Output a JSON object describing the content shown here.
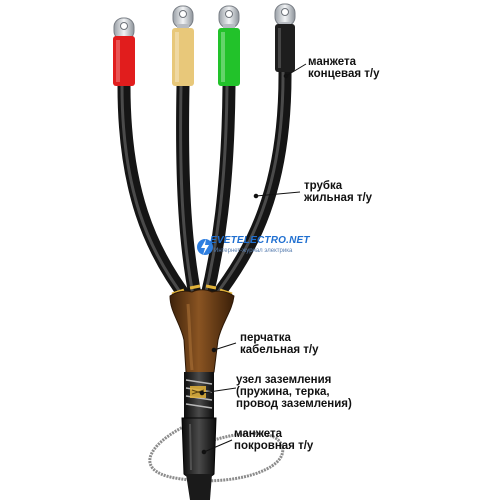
{
  "labels": {
    "end_cuff": [
      "манжета",
      "концевая т/у"
    ],
    "core_tube": [
      "трубка",
      "жильная т/у"
    ],
    "glove": [
      "перчатка",
      "кабельная т/у"
    ],
    "ground_node": [
      "узел заземления",
      "(пружина,  терка,",
      "провод заземления)"
    ],
    "cover_cuff": [
      "манжета",
      "покровная т/у"
    ]
  },
  "watermark": {
    "title": "EVETELECTRO.NET",
    "subtitle": "Интернет-журнал электрика"
  },
  "colors": {
    "phase_red": "#e11d1d",
    "phase_yellow": "#e8c87a",
    "phase_green": "#22c22a",
    "phase_black": "#1e1e1e",
    "cable": "#1c1c1c",
    "glove": "#6b3d14",
    "lug": "#cfd3d8",
    "accent": "#1f6fd0"
  }
}
